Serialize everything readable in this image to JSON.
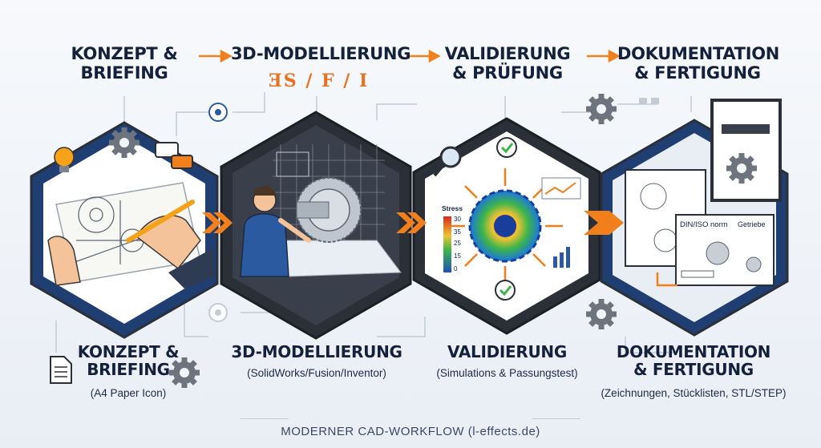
{
  "steps": [
    {
      "top_title": "KONZEPT &\nBRIEFING",
      "bottom_title": "KONZEPT &\nBRIEFING",
      "bottom_sub": "(A4 Paper Icon)"
    },
    {
      "top_title": "3D-MODELLIERUNG",
      "bottom_title": "3D-MODELLIERUNG",
      "bottom_sub": "(SolidWorks/Fusion/Inventor)"
    },
    {
      "top_title": "VALIDIERUNG\n& PRÜFUNG",
      "bottom_title": "VALIDIERUNG",
      "bottom_sub": "(Simulations & Passungstest)"
    },
    {
      "top_title": "DOKUMENTATION\n& FERTIGUNG",
      "bottom_title": "DOKUMENTATION\n& FERTIGUNG",
      "bottom_sub": "(Zeichnungen, Stücklisten, STL/STEP)"
    }
  ],
  "software_logos": "ƎS / F / I",
  "stress_legend": {
    "label": "Stress",
    "ticks": [
      "30",
      "35",
      "25",
      "15",
      "0"
    ]
  },
  "drawing_labels": {
    "norm": "DIN/ISO norm",
    "part": "Getriebe"
  },
  "footer": "MODERNER CAD-WORKFLOW (l-effects.de)",
  "colors": {
    "navy": "#1f3f73",
    "orange": "#f07f1c",
    "panel": "#ffffff",
    "dark": "#2a2f38"
  }
}
